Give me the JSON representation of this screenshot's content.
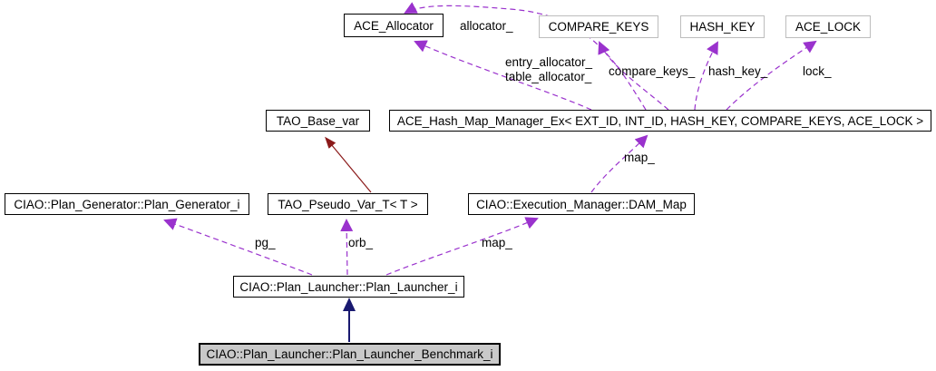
{
  "diagram": {
    "kind": "class-collaboration-graph",
    "colors": {
      "background": "#ffffff",
      "usage_edge": "#9a32cd",
      "public_inheritance_edge": "#191970",
      "private_inheritance_edge": "#8b1a1a",
      "node_border": "#000000",
      "external_node_border": "#bdbdbd",
      "current_node_fill": "#c9c9c9"
    },
    "nodes": [
      {
        "id": "ace-allocator",
        "label": "ACE_Allocator"
      },
      {
        "id": "compare-keys",
        "label": "COMPARE_KEYS"
      },
      {
        "id": "hash-key",
        "label": "HASH_KEY"
      },
      {
        "id": "ace-lock",
        "label": "ACE_LOCK"
      },
      {
        "id": "tao-base-var",
        "label": "TAO_Base_var"
      },
      {
        "id": "ace-hash-map-manager",
        "label": "ACE_Hash_Map_Manager_Ex< EXT_ID, INT_ID, HASH_KEY, COMPARE_KEYS, ACE_LOCK >"
      },
      {
        "id": "plan-generator",
        "label": "CIAO::Plan_Generator::Plan_Generator_i"
      },
      {
        "id": "tao-pseudo-var",
        "label": "TAO_Pseudo_Var_T< T >"
      },
      {
        "id": "dam-map",
        "label": "CIAO::Execution_Manager::DAM_Map"
      },
      {
        "id": "plan-launcher",
        "label": "CIAO::Plan_Launcher::Plan_Launcher_i"
      },
      {
        "id": "plan-launcher-benchmark",
        "label": "CIAO::Plan_Launcher::Plan_Launcher_Benchmark_i"
      }
    ],
    "edge_labels": {
      "allocator": "allocator_",
      "entry_allocator": "entry_allocator_",
      "table_allocator": "table_allocator_",
      "compare_keys": "compare_keys_",
      "hash_key": "hash_key_",
      "lock": "lock_",
      "map_upper": "map_",
      "pg": "pg_",
      "orb": "orb_",
      "map_lower": "map_"
    },
    "edges": [
      {
        "from": "ace-hash-map-manager",
        "to": "ace-allocator",
        "label": "allocator_",
        "style": "usage-dashed"
      },
      {
        "from": "ace-hash-map-manager",
        "to": "ace-allocator",
        "label": "entry_allocator_ table_allocator_",
        "style": "usage-dashed"
      },
      {
        "from": "ace-hash-map-manager",
        "to": "compare-keys",
        "label": "compare_keys_",
        "style": "usage-dashed"
      },
      {
        "from": "ace-hash-map-manager",
        "to": "hash-key",
        "label": "hash_key_",
        "style": "usage-dashed"
      },
      {
        "from": "ace-hash-map-manager",
        "to": "ace-lock",
        "label": "lock_",
        "style": "usage-dashed"
      },
      {
        "from": "dam-map",
        "to": "ace-hash-map-manager",
        "label": "map_",
        "style": "usage-dashed"
      },
      {
        "from": "tao-pseudo-var",
        "to": "tao-base-var",
        "label": "",
        "style": "private-inheritance"
      },
      {
        "from": "plan-launcher",
        "to": "plan-generator",
        "label": "pg_",
        "style": "usage-dashed"
      },
      {
        "from": "plan-launcher",
        "to": "tao-pseudo-var",
        "label": "orb_",
        "style": "usage-dashed"
      },
      {
        "from": "plan-launcher",
        "to": "dam-map",
        "label": "map_",
        "style": "usage-dashed"
      },
      {
        "from": "plan-launcher-benchmark",
        "to": "plan-launcher",
        "label": "",
        "style": "public-inheritance"
      }
    ]
  }
}
